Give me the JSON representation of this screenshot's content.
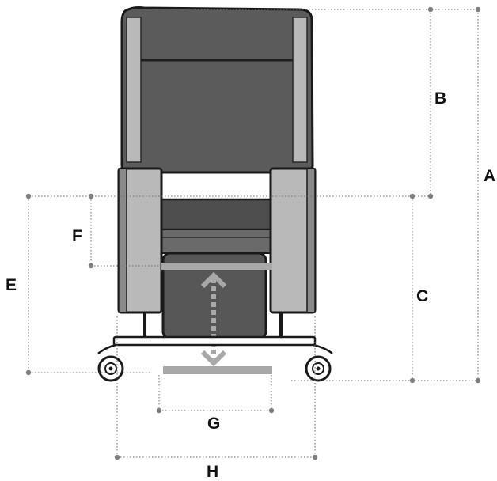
{
  "diagram": {
    "subject": "chair-front-view",
    "labels": {
      "a": "A",
      "b": "B",
      "c": "C",
      "e": "E",
      "f": "F",
      "g": "G",
      "h": "H"
    },
    "colors": {
      "background": "#ffffff",
      "outline": "#1a1a1a",
      "upholstery_dark": "#5b5b5b",
      "upholstery_light": "#b9b9b9",
      "arrow": "#a8a8a8",
      "dimension_line": "#6f6f6f",
      "dimension_point": "#7f7f7f",
      "label": "#111111"
    }
  }
}
